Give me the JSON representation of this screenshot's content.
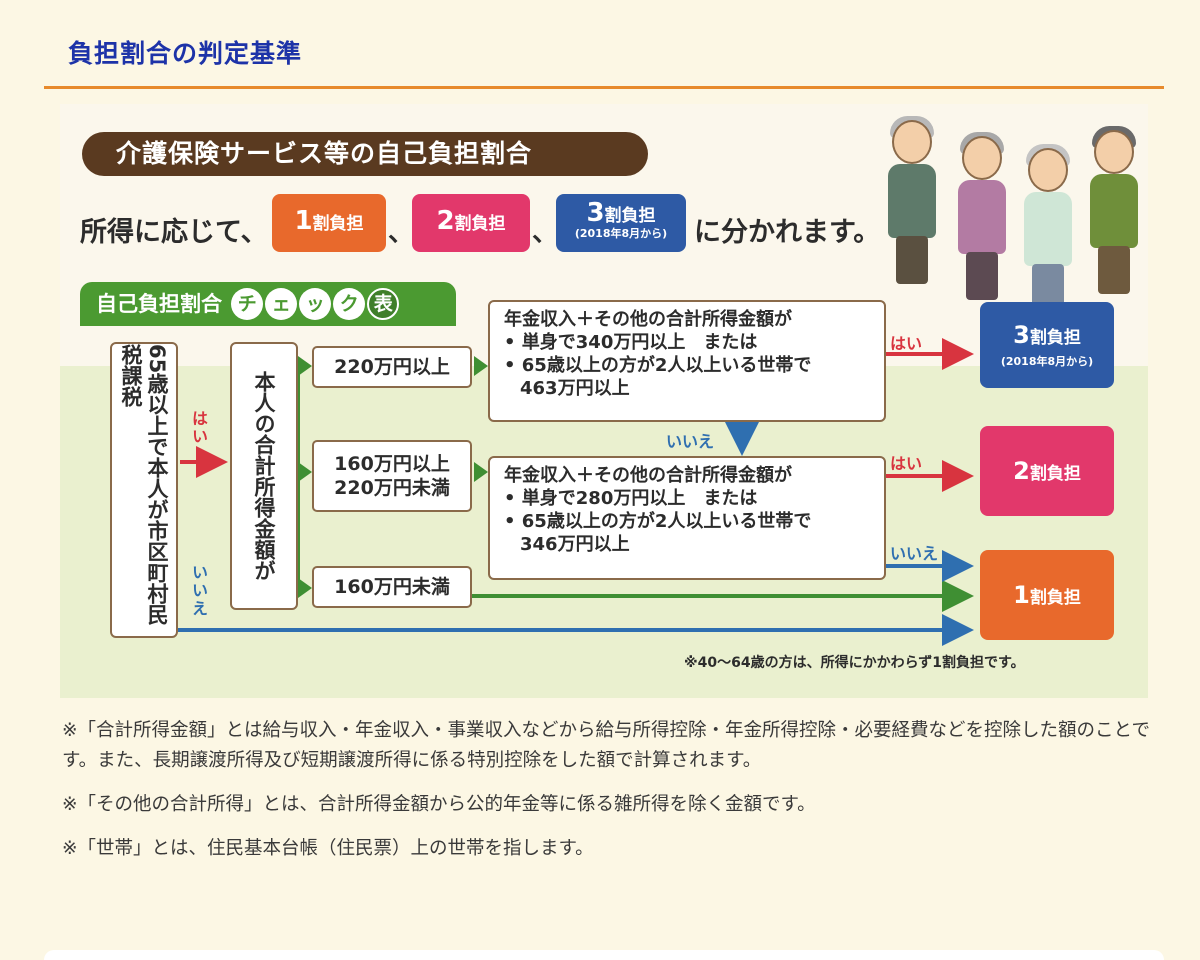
{
  "page_title": "負担割合の判定基準",
  "figure": {
    "banner": "介護保険サービス等の自己負担割合",
    "sentence_prefix": "所得に応じて、",
    "sentence_suffix": "に分かれます。",
    "comma": "、",
    "pills": [
      {
        "num": "1",
        "label": "割負担",
        "sub": "",
        "color": "#e8692c"
      },
      {
        "num": "2",
        "label": "割負担",
        "sub": "",
        "color": "#e2386b"
      },
      {
        "num": "3",
        "label": "割負担",
        "sub": "(2018年8月から)",
        "color": "#2e5aa5"
      }
    ],
    "check_table": {
      "label": "自己負担割合",
      "circles": [
        "チ",
        "ェ",
        "ッ",
        "ク"
      ],
      "last": "表"
    },
    "age_box": "65歳以上で本人が市区町村民税課税",
    "income_box": "本人の合計所得金額が",
    "incomes": [
      "220万円以上",
      "160万円以上",
      "220万円未満",
      "160万円未満"
    ],
    "cond1": {
      "head": "年金収入＋その他の合計所得金額が",
      "line1": "• 単身で340万円以上　または",
      "line2": "• 65歳以上の方が2人以上いる世帯で",
      "line3": "463万円以上"
    },
    "cond2": {
      "head": "年金収入＋その他の合計所得金額が",
      "line1": "• 単身で280万円以上　または",
      "line2": "• 65歳以上の方が2人以上いる世帯で",
      "line3": "346万円以上"
    },
    "results": [
      {
        "num": "3",
        "label": "割負担",
        "sub": "(2018年8月から)",
        "color": "#2e5aa5"
      },
      {
        "num": "2",
        "label": "割負担",
        "sub": "",
        "color": "#e2386b"
      },
      {
        "num": "1",
        "label": "割負担",
        "sub": "",
        "color": "#e8692c"
      }
    ],
    "yes": "はい",
    "no": "いいえ",
    "footnote": "※40～64歳の方は、所得にかかわらず1割負担です。"
  },
  "notes": [
    "※「合計所得金額」とは給与収入・年金収入・事業収入などから給与所得控除・年金所得控除・必要経費などを控除した額のことです。また、長期譲渡所得及び短期譲渡所得に係る特別控除をした額で計算されます。",
    "※「その他の合計所得」とは、合計所得金額から公的年金等に係る雑所得を除く金額です。",
    "※「世帯」とは、住民基本台帳（住民票）上の世帯を指します。"
  ]
}
